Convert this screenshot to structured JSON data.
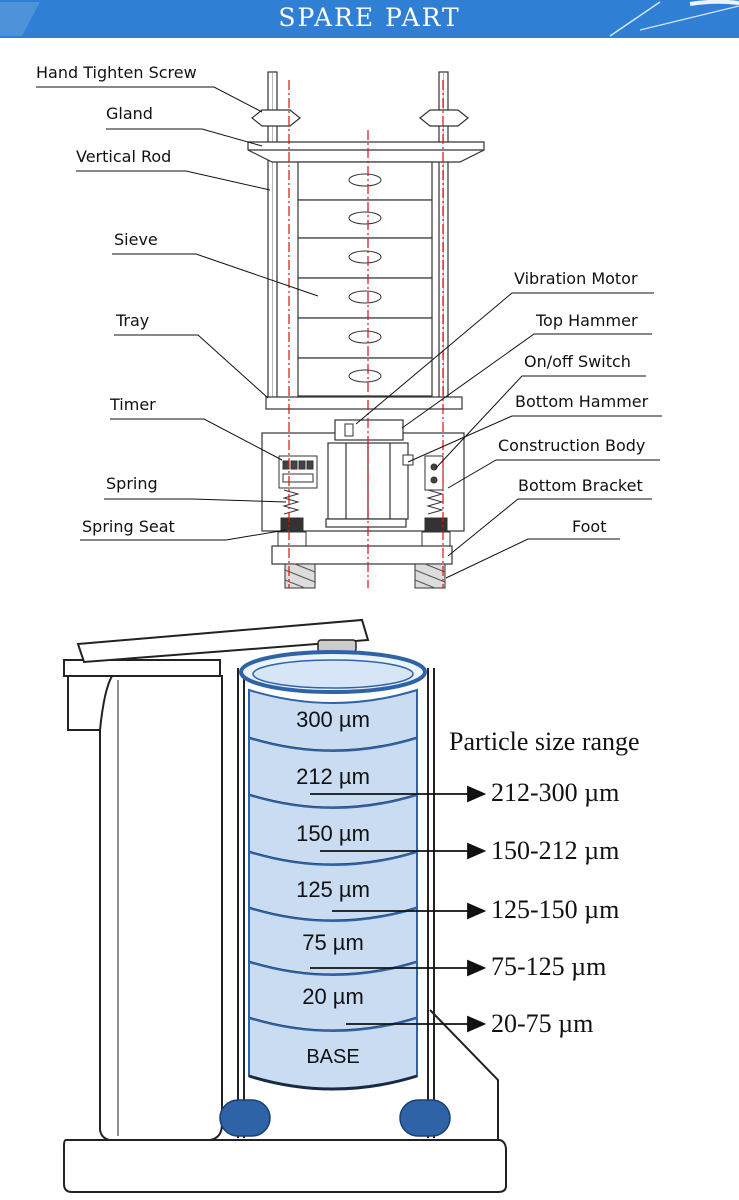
{
  "banner": {
    "title": "SPARE PART",
    "color": "#2f7fd4"
  },
  "labels": {
    "hand_tighten_screw": "Hand Tighten Screw",
    "gland": "Gland",
    "vertical_rod": "Vertical Rod",
    "sieve": "Sieve",
    "tray": "Tray",
    "timer": "Timer",
    "spring": "Spring",
    "spring_seat": "Spring Seat",
    "vibration_motor": "Vibration Motor",
    "top_hammer": "Top Hammer",
    "on_off_switch": "On/off Switch",
    "bottom_hammer": "Bottom Hammer",
    "construction_body": "Construction Body",
    "bottom_bracket": "Bottom Bracket",
    "foot": "Foot"
  },
  "sieve_stack": {
    "sieves": [
      "300 µm",
      "212 µm",
      "150 µm",
      "125 µm",
      "75 µm",
      "20 µm",
      "BASE"
    ],
    "range_title": "Particle size range",
    "ranges": [
      "212-300 µm",
      "150-212 µm",
      "125-150 µm",
      "75-125 µm",
      "20-75 µm"
    ],
    "sieve_color": "#c9dcf2",
    "rim_color": "#2f63a8"
  }
}
